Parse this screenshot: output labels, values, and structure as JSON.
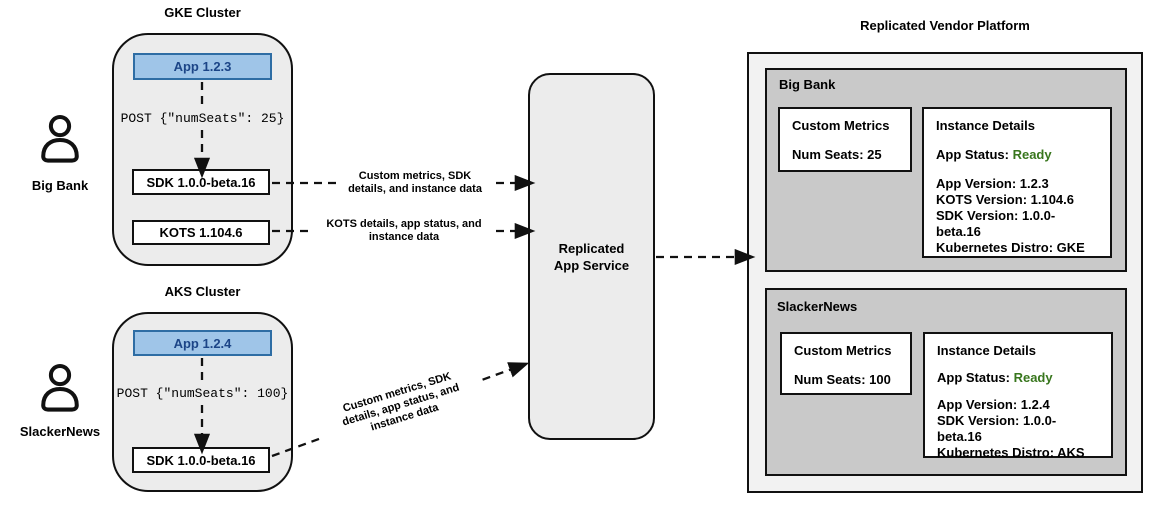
{
  "colors": {
    "app_fill": "#9FC5E8",
    "app_border": "#2E6DA4",
    "app_text": "#1C4587",
    "status_ready_green": "#38761D",
    "cluster_gray": "#ECECEC",
    "section_gray": "#C9C9C9",
    "platform_gray": "#F2F2F2"
  },
  "personas": {
    "big_bank": "Big Bank",
    "slackernews": "SlackerNews"
  },
  "gke": {
    "title": "GKE Cluster",
    "app": "App 1.2.3",
    "post": "POST {\"numSeats\": 25}",
    "sdk": "SDK 1.0.0-beta.16",
    "kots": "KOTS 1.104.6"
  },
  "aks": {
    "title": "AKS Cluster",
    "app": "App 1.2.4",
    "post": "POST {\"numSeats\": 100}",
    "sdk": "SDK 1.0.0-beta.16"
  },
  "flows": {
    "gke_sdk": "Custom metrics, SDK\ndetails, and instance data",
    "gke_kots": "KOTS details, app status, and\ninstance data",
    "aks_sdk": "Custom metrics, SDK\ndetails, app status, and\ninstance data"
  },
  "service": {
    "label": "Replicated\nApp Service"
  },
  "platform": {
    "title": "Replicated Vendor Platform",
    "customers": [
      {
        "name": "Big Bank",
        "metrics_title": "Custom Metrics",
        "metrics_value": "Num Seats: 25",
        "details_title": "Instance Details",
        "status_label": "App Status:",
        "status_value": "Ready",
        "lines": [
          "App Version: 1.2.3",
          "KOTS Version: 1.104.6",
          "SDK Version: 1.0.0-beta.16",
          "Kubernetes Distro: GKE"
        ]
      },
      {
        "name": "SlackerNews",
        "metrics_title": "Custom Metrics",
        "metrics_value": "Num Seats: 100",
        "details_title": "Instance Details",
        "status_label": "App Status:",
        "status_value": "Ready",
        "lines": [
          "App Version: 1.2.4",
          "SDK Version: 1.0.0-beta.16",
          "Kubernetes Distro: AKS"
        ]
      }
    ]
  }
}
